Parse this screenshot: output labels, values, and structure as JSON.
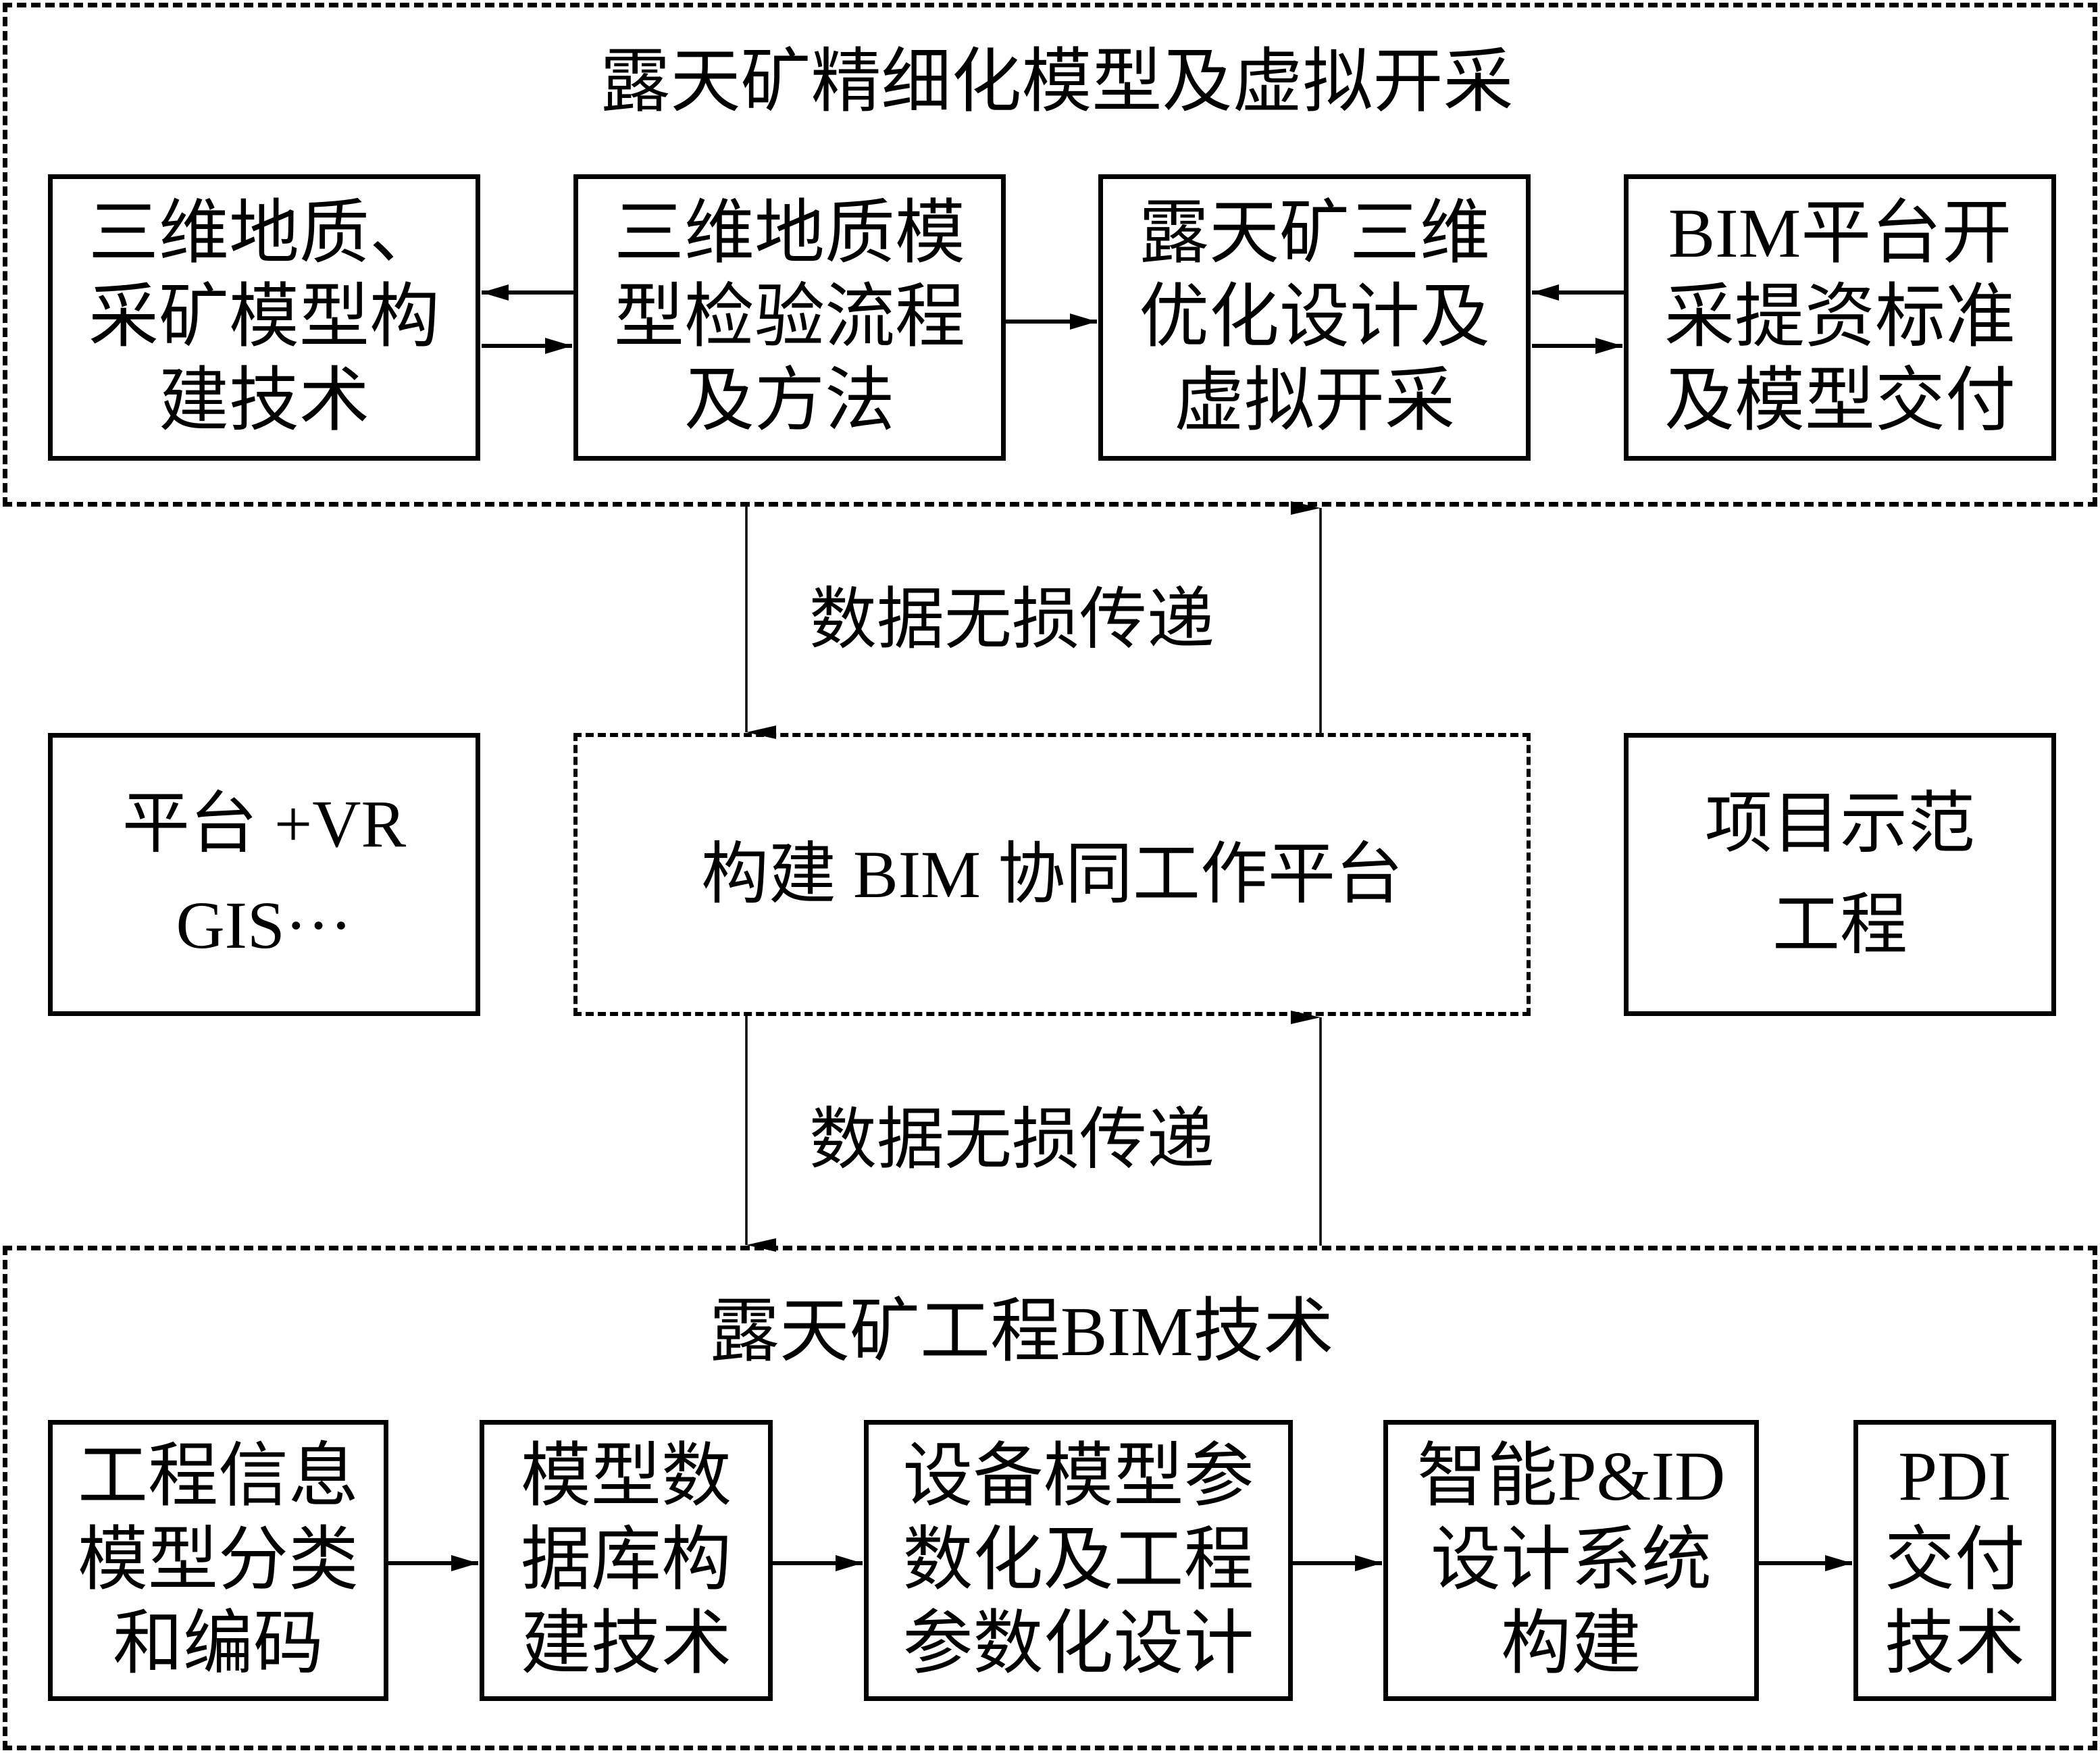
{
  "top_section": {
    "title": "露天矿精细化模型及虚拟开采",
    "boxes": [
      {
        "label": "三维地质、\n采矿模型构\n建技术"
      },
      {
        "label": "三维地质模\n型检验流程\n及方法"
      },
      {
        "label": "露天矿三维\n优化设计及\n虚拟开采"
      },
      {
        "label": "BIM平台开\n采提资标准\n及模型交付"
      }
    ]
  },
  "middle_section": {
    "left_box": {
      "label": "平台 +VR\nGIS···"
    },
    "center_box": {
      "label": "构建 BIM 协同工作平台"
    },
    "right_box": {
      "label": "项目示范\n工程"
    },
    "upper_transfer_label": "数据无损传递",
    "lower_transfer_label": "数据无损传递"
  },
  "bottom_section": {
    "title": "露天矿工程BIM技术",
    "boxes": [
      {
        "label": "工程信息\n模型分类\n和编码"
      },
      {
        "label": "模型数\n据库构\n建技术"
      },
      {
        "label": "设备模型参\n数化及工程\n参数化设计"
      },
      {
        "label": "智能P&ID\n设计系统\n构建"
      },
      {
        "label": "PDI\n交付\n技术"
      }
    ]
  }
}
